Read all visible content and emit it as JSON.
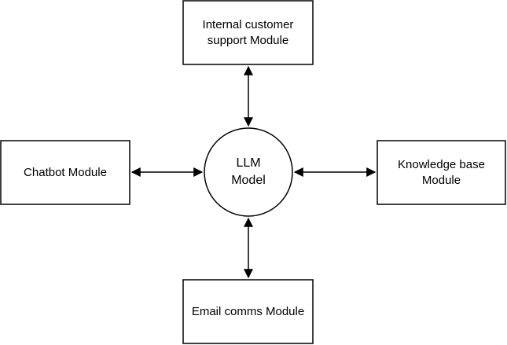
{
  "diagram": {
    "center_node": {
      "line1": "LLM",
      "line2": "Model"
    },
    "modules": {
      "internal_support": {
        "line1": "Internal customer",
        "line2": "support Module"
      },
      "chatbot": {
        "label": "Chatbot Module"
      },
      "knowledge_base": {
        "line1": "Knowledge base",
        "line2": "Module"
      },
      "email": {
        "label": "Email comms Module"
      }
    },
    "colors": {
      "stroke": "#000000",
      "fill": "#ffffff",
      "text": "#000000"
    }
  }
}
